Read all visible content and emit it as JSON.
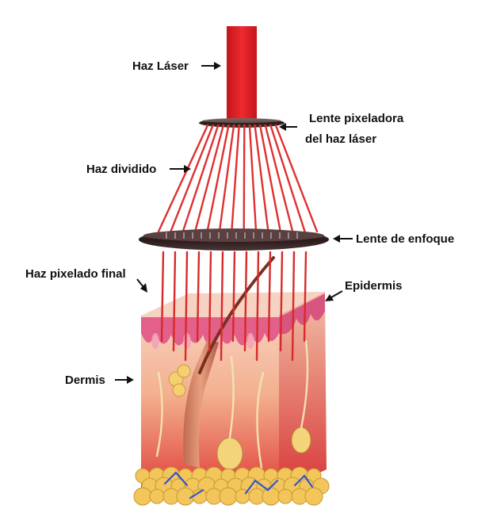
{
  "labels": {
    "laser_beam": "Haz Láser",
    "pixel_lens_line1": "Lente pixeladora",
    "pixel_lens_line2": "del haz láser",
    "split_beam": "Haz dividido",
    "focus_lens": "Lente de enfoque",
    "final_beam": "Haz pixelado final",
    "epidermis": "Epidermis",
    "dermis": "Dermis"
  },
  "colors": {
    "laser": "#e8242a",
    "lens": "#3a2a2a",
    "skin_surface": "#e06080",
    "dermis": "#f3b59a",
    "fat": "#f2c860",
    "vessel": "#3355cc"
  }
}
